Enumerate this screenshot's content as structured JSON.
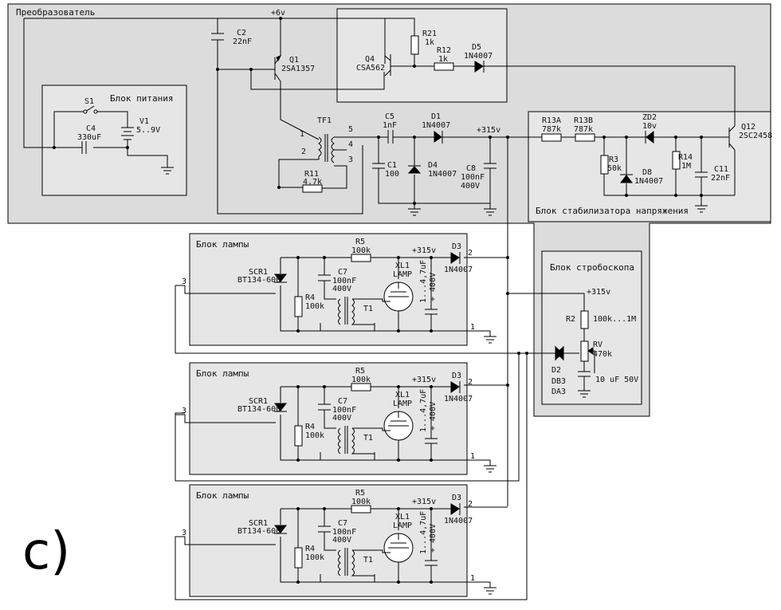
{
  "blocks": {
    "converter": "Преобразователь",
    "power": "Блок питания",
    "stabilizer": "Блок стабилизатора напряжения",
    "strobe": "Блок стробоскопа",
    "lamp": "Блок лампы"
  },
  "rails": {
    "v6": "+6v",
    "v315": "+315v"
  },
  "converter": {
    "C2": [
      "C2",
      "22nF"
    ],
    "Q1": [
      "Q1",
      "2SA1357"
    ],
    "Q4": [
      "Q4",
      "CSA562"
    ],
    "R21": [
      "R21",
      "1k"
    ],
    "R12": [
      "R12",
      "1k"
    ],
    "D5": [
      "D5",
      "1N4007"
    ],
    "TF1": "TF1",
    "pins": [
      "1",
      "2",
      "3",
      "4",
      "5"
    ],
    "R11": [
      "R11",
      "4.7k"
    ],
    "C5": [
      "C5",
      "1nF"
    ],
    "D1": [
      "D1",
      "1N4007"
    ],
    "C1": [
      "C1",
      "100"
    ],
    "D4": [
      "D4",
      "1N4007"
    ],
    "C8": [
      "C8",
      "100nF",
      "400V"
    ]
  },
  "power": {
    "S1": "S1",
    "V1": [
      "V1",
      "5..9V"
    ],
    "C4": [
      "C4",
      "330uF"
    ]
  },
  "stabilizer": {
    "R13A": [
      "R13A",
      "787k"
    ],
    "R13B": [
      "R13B",
      "787k"
    ],
    "ZD2": [
      "ZD2",
      "10v"
    ],
    "Q12": [
      "Q12",
      "2SC2458"
    ],
    "R3": [
      "R3",
      "50k"
    ],
    "D8": [
      "D8",
      "1N4007"
    ],
    "R14": [
      "R14",
      "1M"
    ],
    "C11": [
      "C11",
      "22nF"
    ]
  },
  "strobe": {
    "R2": [
      "R2",
      "100k...1M"
    ],
    "RV": [
      "RV",
      "470k"
    ],
    "D2": [
      "D2",
      "DB3",
      "DA3"
    ],
    "C": "10 uF 50V"
  },
  "lamp": {
    "R5": [
      "R5",
      "100k"
    ],
    "D3": [
      "D3",
      "1N4007"
    ],
    "SCR1": [
      "SCR1",
      "BT134-600"
    ],
    "C7": [
      "C7",
      "100nF",
      "400V"
    ],
    "XL1": [
      "XL1",
      "LAMP"
    ],
    "R4": [
      "R4",
      "100k"
    ],
    "T1": "T1",
    "Cst": [
      "1...4,7uF",
      "+ 400V"
    ],
    "pins": [
      "1",
      "2",
      "3"
    ]
  },
  "figure_label": "c)"
}
